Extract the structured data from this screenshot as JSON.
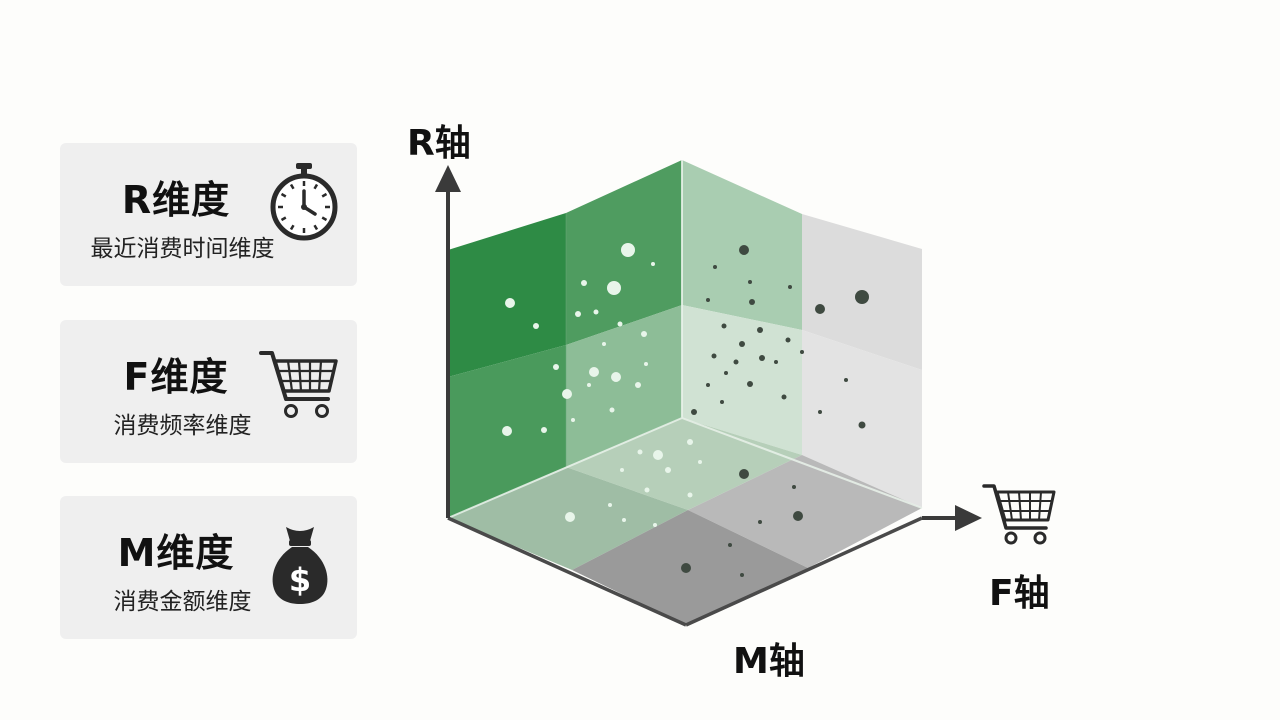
{
  "cards": [
    {
      "title": "R维度",
      "subtitle": "最近消费时间维度",
      "icon": "stopwatch-icon"
    },
    {
      "title": "F维度",
      "subtitle": "消费频率维度",
      "icon": "shopping-cart-icon"
    },
    {
      "title": "M维度",
      "subtitle": "消费金额维度",
      "icon": "money-bag-icon"
    }
  ],
  "axes": {
    "r_label": "R轴",
    "f_label": "F轴",
    "m_label": "M轴",
    "f_icon": "shopping-cart-icon"
  },
  "colors": {
    "green_dark": "#2e8b45",
    "green_light": "#a9cdb1",
    "gray_panel": "#dcdcdc",
    "floor_gray": "#9a9a9a",
    "axis": "#3a3a3a",
    "card_bg": "#efefef"
  }
}
